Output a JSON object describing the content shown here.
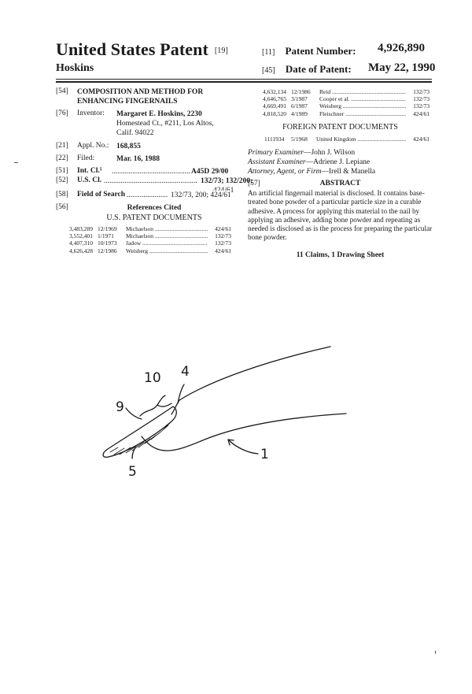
{
  "header": {
    "title": "United States Patent",
    "title_code": "[19]",
    "inventor_surname": "Hoskins",
    "patent_number_code": "[11]",
    "patent_number_label": "Patent Number:",
    "patent_number": "4,926,890",
    "date_code": "[45]",
    "date_label": "Date of Patent:",
    "date": "May 22, 1990"
  },
  "fields": {
    "f54_code": "[54]",
    "f54_title_line1": "COMPOSITION AND METHOD FOR",
    "f54_title_line2": "ENHANCING FINGERNAILS",
    "f76_code": "[76]",
    "f76_label": "Inventor:",
    "f76_line1": "Margaret E. Hoskins, 2230",
    "f76_line2": "Homestead Ct., #211, Los Altos,",
    "f76_line3": "Calif. 94022",
    "f21_code": "[21]",
    "f21_label": "Appl. No.:",
    "f21_value": "168,855",
    "f22_code": "[22]",
    "f22_label": "Filed:",
    "f22_value": "Mar. 16, 1988",
    "f51_code": "[51]",
    "f51_label": "Int. Cl.⁵",
    "f51_value": "A45D 29/00",
    "f52_code": "[52]",
    "f52_label": "U.S. Cl.",
    "f52_value": "132/73; 132/200;",
    "f52_value2": "424/61",
    "f58_code": "[58]",
    "f58_label": "Field of Search",
    "f58_value": "132/73, 200; 424/61",
    "f56_code": "[56]",
    "f56_label": "References Cited",
    "us_docs_heading": "U.S. PATENT DOCUMENTS"
  },
  "us_refs_left": [
    {
      "no": "3,483,289",
      "date": "12/1969",
      "name": "Michaelson",
      "cls": "424/61"
    },
    {
      "no": "3,552,401",
      "date": "1/1971",
      "name": "Michaelson",
      "cls": "132/73"
    },
    {
      "no": "4,407,310",
      "date": "10/1973",
      "name": "Jadow",
      "cls": "132/73"
    },
    {
      "no": "4,626,428",
      "date": "12/1986",
      "name": "Weisberg",
      "cls": "424/61"
    }
  ],
  "us_refs_right": [
    {
      "no": "4,632,134",
      "date": "12/1986",
      "name": "Reid",
      "cls": "132/73"
    },
    {
      "no": "4,646,765",
      "date": "3/1987",
      "name": "Cooper et al.",
      "cls": "132/73"
    },
    {
      "no": "4,669,491",
      "date": "6/1987",
      "name": "Weisberg",
      "cls": "132/73"
    },
    {
      "no": "4,818,520",
      "date": "4/1989",
      "name": "Fleischner",
      "cls": "424/61"
    }
  ],
  "foreign": {
    "heading": "FOREIGN PATENT DOCUMENTS",
    "no": "1111934",
    "date": "5/1968",
    "name": "United Kingdom",
    "cls": "424/61"
  },
  "examiners": {
    "primary_label": "Primary Examiner",
    "primary": "—John J. Wilson",
    "assistant_label": "Assistant Examiner",
    "assistant": "—Adriene J. Lepiane",
    "attorney_label": "Attorney, Agent, or Firm",
    "attorney": "—Irell & Manella"
  },
  "abstract": {
    "code": "[57]",
    "heading": "ABSTRACT",
    "text": "An artificial fingernail material is disclosed. It contains base-treated bone powder of a particular particle size in a curable adhesive. A process for applying this material to the nail by applying an adhesive, adding bone powder and repeating as needed is disclosed as is the process for preparing the particular bone powder.",
    "claims": "11 Claims, 1 Drawing Sheet"
  },
  "drawing": {
    "label_10": "10",
    "label_4": "4",
    "label_9": "9",
    "label_5": "5",
    "label_1": "1"
  }
}
